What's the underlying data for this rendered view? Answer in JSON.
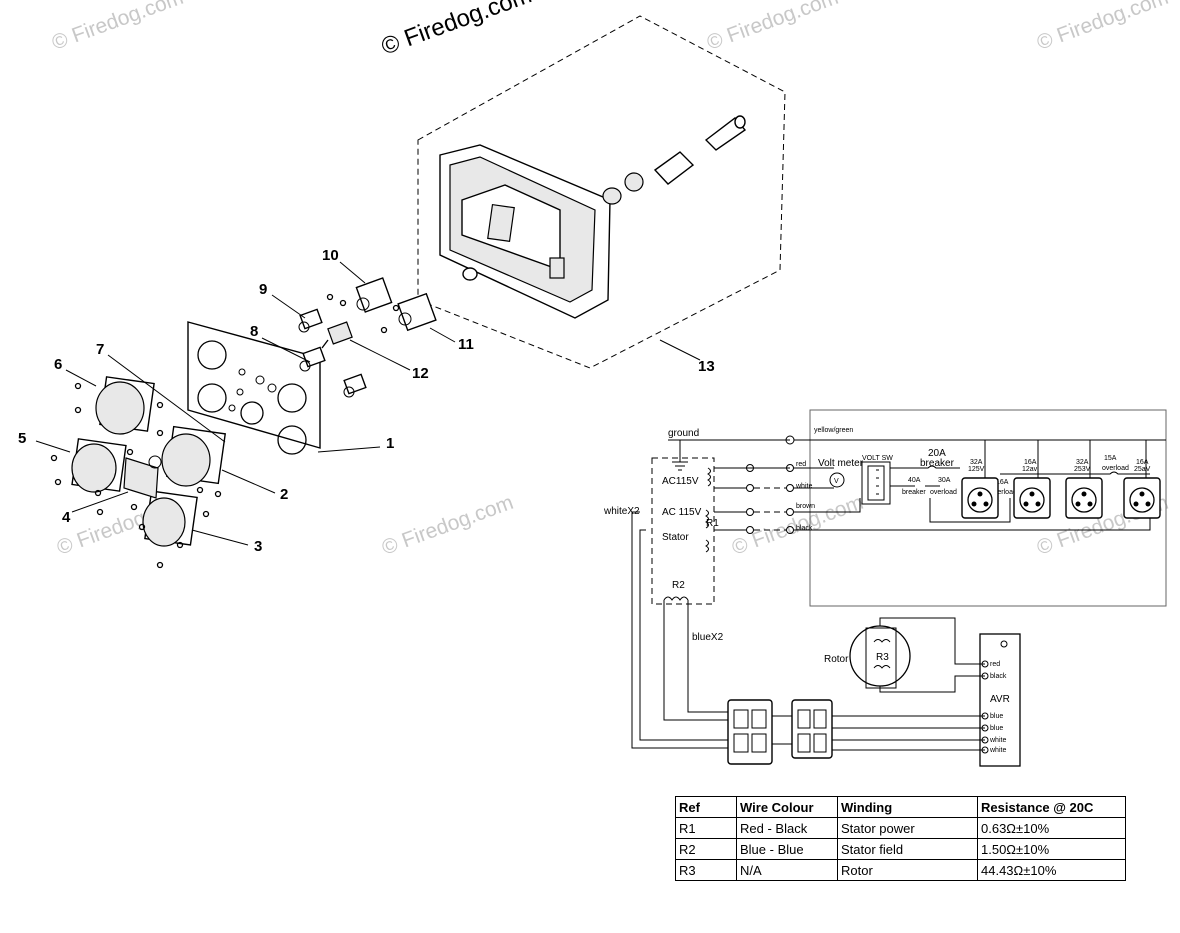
{
  "watermarks": {
    "main": "© Firedog.com",
    "faint": "© Firedog.com"
  },
  "callouts": [
    "1",
    "2",
    "3",
    "4",
    "5",
    "6",
    "7",
    "8",
    "9",
    "10",
    "11",
    "12",
    "13"
  ],
  "wiring": {
    "ground": "ground",
    "yellow_green": "yellow/green",
    "ac115v_top": "AC115V",
    "ac115v_bottom": "AC 115V",
    "r1": "R1",
    "stator": "Stator",
    "white_x2": "whiteX2",
    "red": "red",
    "white": "white",
    "brown": "brown",
    "black": "black",
    "volt_meter": "Volt meter",
    "volt_sw": "VOLT SW",
    "v_symbol": "V",
    "breaker_20a": "20A",
    "breaker_20a_label": "breaker",
    "breaker_40a": "40A",
    "breaker_40a_label": "breaker",
    "overload_30a": "30A",
    "overload_30a_label": "overload",
    "overload_16a_amp": "16A",
    "overload_16a_label": "overload",
    "overload_15a": "15A",
    "overload_15a_label": "overload",
    "outlet_labels": [
      "32A",
      "125V",
      "16A",
      "12av",
      "32A",
      "253V",
      "16A",
      "25aV"
    ],
    "r2": "R2",
    "blue_x2": "blueX2",
    "rotor": "Rotor",
    "r3": "R3",
    "avr": "AVR",
    "avr_pins": [
      "red",
      "black",
      "blue",
      "blue",
      "white",
      "white"
    ]
  },
  "table": {
    "headers": [
      "Ref",
      "Wire Colour",
      "Winding",
      "Resistance @ 20C"
    ],
    "rows": [
      [
        "R1",
        "Red - Black",
        "Stator power",
        "0.63Ω±10%"
      ],
      [
        "R2",
        "Blue - Blue",
        "Stator field",
        "1.50Ω±10%"
      ],
      [
        "R3",
        "N/A",
        "Rotor",
        "44.43Ω±10%"
      ]
    ]
  }
}
